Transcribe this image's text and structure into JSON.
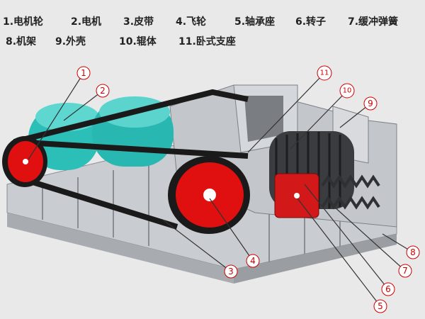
{
  "legend": [
    {
      "num": "1",
      "text": "1.电机轮"
    },
    {
      "num": "2",
      "text": "2.电机"
    },
    {
      "num": "3",
      "text": "3.皮带"
    },
    {
      "num": "4",
      "text": "4.飞轮"
    },
    {
      "num": "5",
      "text": "5.轴承座"
    },
    {
      "num": "6",
      "text": "6.转子"
    },
    {
      "num": "7",
      "text": "7.缓冲弹簧"
    },
    {
      "num": "8",
      "text": "8.机架"
    },
    {
      "num": "9",
      "text": "9.外壳"
    },
    {
      "num": "10",
      "text": "10.辊体"
    },
    {
      "num": "11",
      "text": "11.卧式支座"
    }
  ],
  "callouts": [
    "1",
    "2",
    "3",
    "4",
    "5",
    "6",
    "7",
    "8",
    "9",
    "10",
    "11"
  ],
  "colors": {
    "motor": "#2bbfb8",
    "pulley": "#e01010",
    "belt": "#1a1a1a",
    "housing": "#b9bcc2",
    "callout": "#c00000"
  }
}
